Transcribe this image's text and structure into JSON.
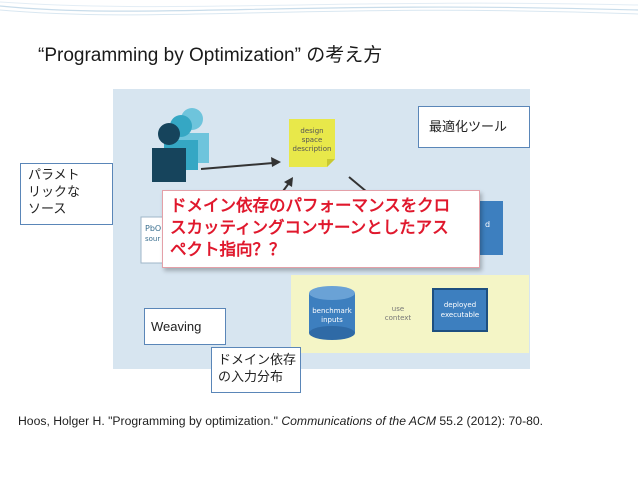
{
  "slide": {
    "title": "“Programming by Optimization” の考え方"
  },
  "figure": {
    "node_design": "design\nspace\ndescription",
    "node_pbo_partial_1": "PbO",
    "node_pbo_partial_2": "sour",
    "node_right_partial": "d",
    "node_benchmark": "benchmark\ninputs",
    "node_use_context": "use\ncontext",
    "node_deployed": "deployed\nexecutable"
  },
  "callouts": {
    "optimizer_tool": "最適化ツール",
    "parametric_source": "パラメト\nリックな\nソース",
    "weaving": "Weaving",
    "input_distribution": "ドメイン依存\nの入力分布"
  },
  "highlight": {
    "text": "ドメイン依存のパフォーマンスをクロ\nスカッティングコンサーンとしたアス\nペクト指向？？"
  },
  "citation": {
    "authors_title": "Hoos, Holger H. \"Programming by optimization.\" ",
    "journal": "Communications of the ACM",
    "volume_pages": " 55.2 (2012): 70-80."
  },
  "colors": {
    "figure_bg": "#d7e5f0",
    "highlight_text": "#e0182d",
    "callout_border": "#5a86b8",
    "note_yellow": "#e8e84a",
    "teal_person": "#35a7c4",
    "dark_person": "#16445c"
  }
}
